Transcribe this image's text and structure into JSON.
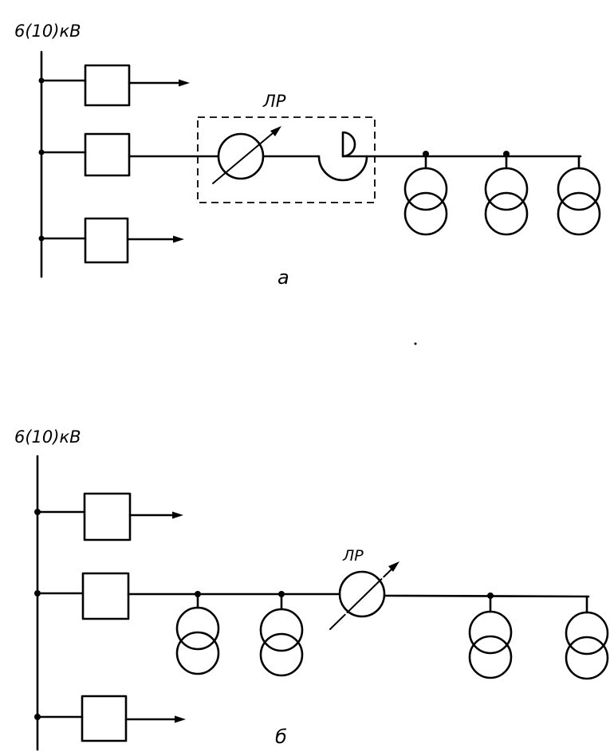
{
  "diagram_a": {
    "voltage_label": "6(10)кВ",
    "reactor_label": "ЛР",
    "caption": "а"
  },
  "diagram_b": {
    "voltage_label": "6(10)кВ",
    "reactor_label": "ЛР",
    "caption": "б"
  }
}
